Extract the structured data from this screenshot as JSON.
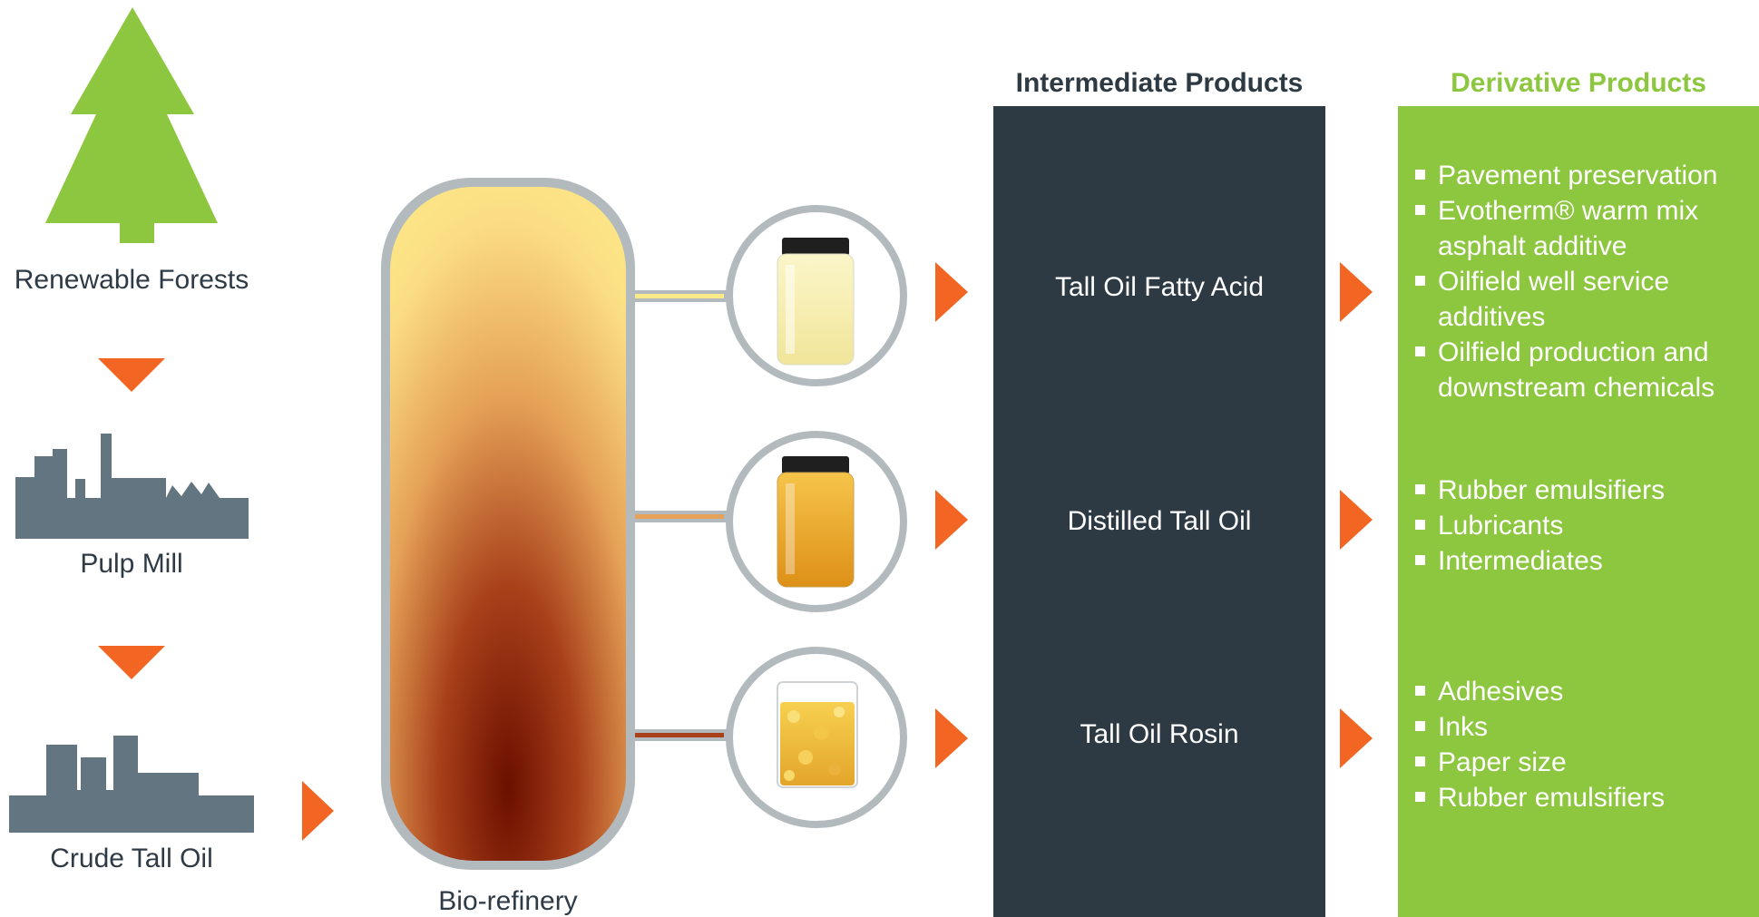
{
  "colors": {
    "tree": "#8dc63f",
    "mill": "#637581",
    "arrow": "#f26522",
    "dark": "#2d3943",
    "green": "#8dc63f"
  },
  "sources": {
    "forests": "Renewable Forests",
    "pulp_mill": "Pulp Mill",
    "crude": "Crude Tall Oil",
    "biorefinery": "Bio-refinery"
  },
  "intermediate": {
    "heading": "Intermediate Products",
    "items": [
      "Tall Oil Fatty Acid",
      "Distilled Tall Oil",
      "Tall Oil Rosin"
    ]
  },
  "derivative": {
    "heading": "Derivative Products",
    "groups": [
      [
        "Pavement preservation",
        "Evotherm® warm mix asphalt additive",
        "Oilfield well service additives",
        "Oilfield production and downstream chemicals"
      ],
      [
        "Rubber emulsifiers",
        "Lubricants",
        "Intermediates"
      ],
      [
        "Adhesives",
        "Inks",
        "Paper size",
        "Rubber emulsifiers"
      ]
    ]
  }
}
